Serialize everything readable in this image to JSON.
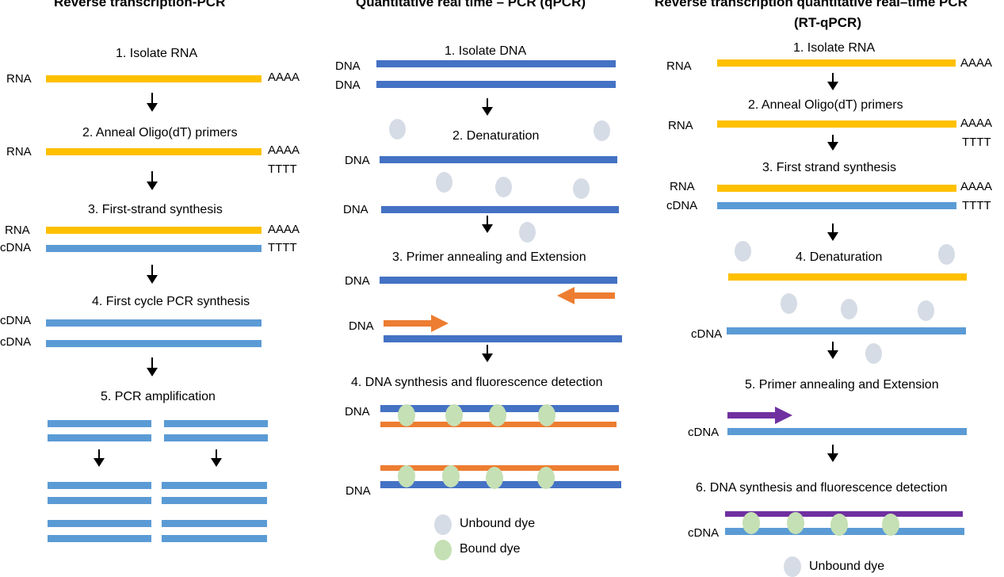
{
  "colors": {
    "rna": "#ffc000",
    "cdna": "#5b9bd5",
    "dna": "#4472c4",
    "orange": "#ed7d31",
    "purple": "#7030a0",
    "unbound": "#d6dce5",
    "bound": "#c5e0b4"
  },
  "panel1": {
    "title": "Reverse transcription-PCR",
    "step1": "1. Isolate RNA",
    "step2": "2. Anneal Oligo(dT) primers",
    "step3": "3. First-strand synthesis",
    "step4": "4. First cycle PCR synthesis",
    "step5": "5. PCR amplification",
    "rna": "RNA",
    "cdna": "cDNA",
    "polyA": "AAAA",
    "oligoT": "TTTT"
  },
  "panel2": {
    "title": "Quantitative real time – PCR (qPCR)",
    "step1": "1. Isolate DNA",
    "step2": "2. Denaturation",
    "step3": "3. Primer annealing and Extension",
    "step4": "4. DNA synthesis and fluorescence detection",
    "dna": "DNA",
    "legend_unbound": "Unbound dye",
    "legend_bound": "Bound dye"
  },
  "panel3": {
    "title_line1": "Reverse transcription quantitative real–time PCR",
    "title_line2": "(RT-qPCR)",
    "step1": "1. Isolate RNA",
    "step2": "2. Anneal Oligo(dT) primers",
    "step3": "3. First strand synthesis",
    "step4": "4. Denaturation",
    "step5": "5. Primer annealing and Extension",
    "step6": "6. DNA synthesis and fluorescence detection",
    "rna": "RNA",
    "cdna": "cDNA",
    "polyA": "AAAA",
    "oligoT": "TTTT",
    "legend_unbound": "Unbound dye"
  }
}
